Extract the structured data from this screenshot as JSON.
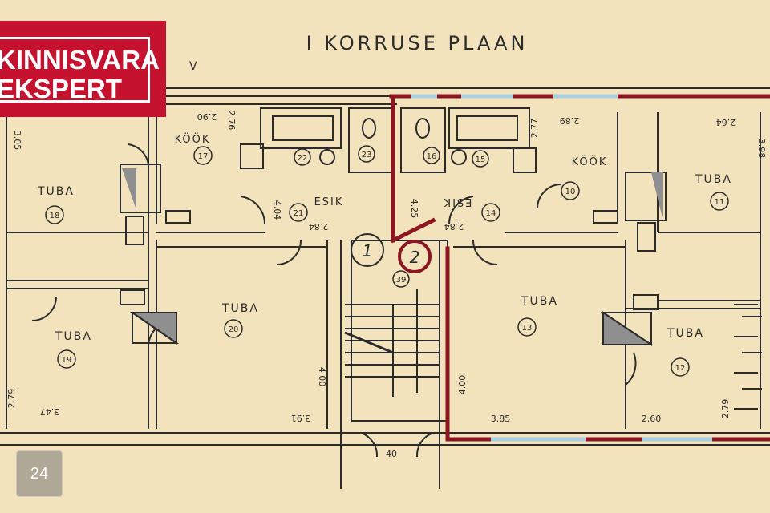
{
  "plan": {
    "title": "I KORRUSE PLAAN",
    "top_mark": "V",
    "rooms": [
      {
        "name": "TUBA",
        "number": "18"
      },
      {
        "name": "KÖÖK",
        "number": "17"
      },
      {
        "name": "TUBA",
        "number": "19"
      },
      {
        "name": "TUBA",
        "number": "20"
      },
      {
        "name": "ESIK",
        "number": "21"
      },
      {
        "name": "ESIK",
        "number": "14"
      },
      {
        "name": "KÖÖK",
        "number": "10"
      },
      {
        "name": "TUBA",
        "number": "11"
      },
      {
        "name": "TUBA",
        "number": "13"
      },
      {
        "name": "TUBA",
        "number": "12"
      }
    ],
    "wc_numbers": [
      "22",
      "23",
      "16",
      "15"
    ],
    "stair_number": "39",
    "apartment_markers": [
      "1",
      "2"
    ],
    "dimensions": [
      "3.05",
      "2.90",
      "2.76",
      "4.04",
      "2.84",
      "4.25",
      "2.84",
      "2.77",
      "2.89",
      "2.64",
      "3.98",
      "4.00",
      "4.00",
      "3.91",
      "3.47",
      "2.79",
      "3.85",
      "2.60",
      "2.79",
      "40"
    ]
  },
  "branding": {
    "line1": "KINNISVARA",
    "line2": "EKSPERT"
  },
  "page_number": "24",
  "colors": {
    "paper": "#f3e3bd",
    "ink": "#2b2b2b",
    "highlight_wall": "#8b1520",
    "window_glass": "#a9cfe0",
    "brand_red": "#c4122f"
  }
}
